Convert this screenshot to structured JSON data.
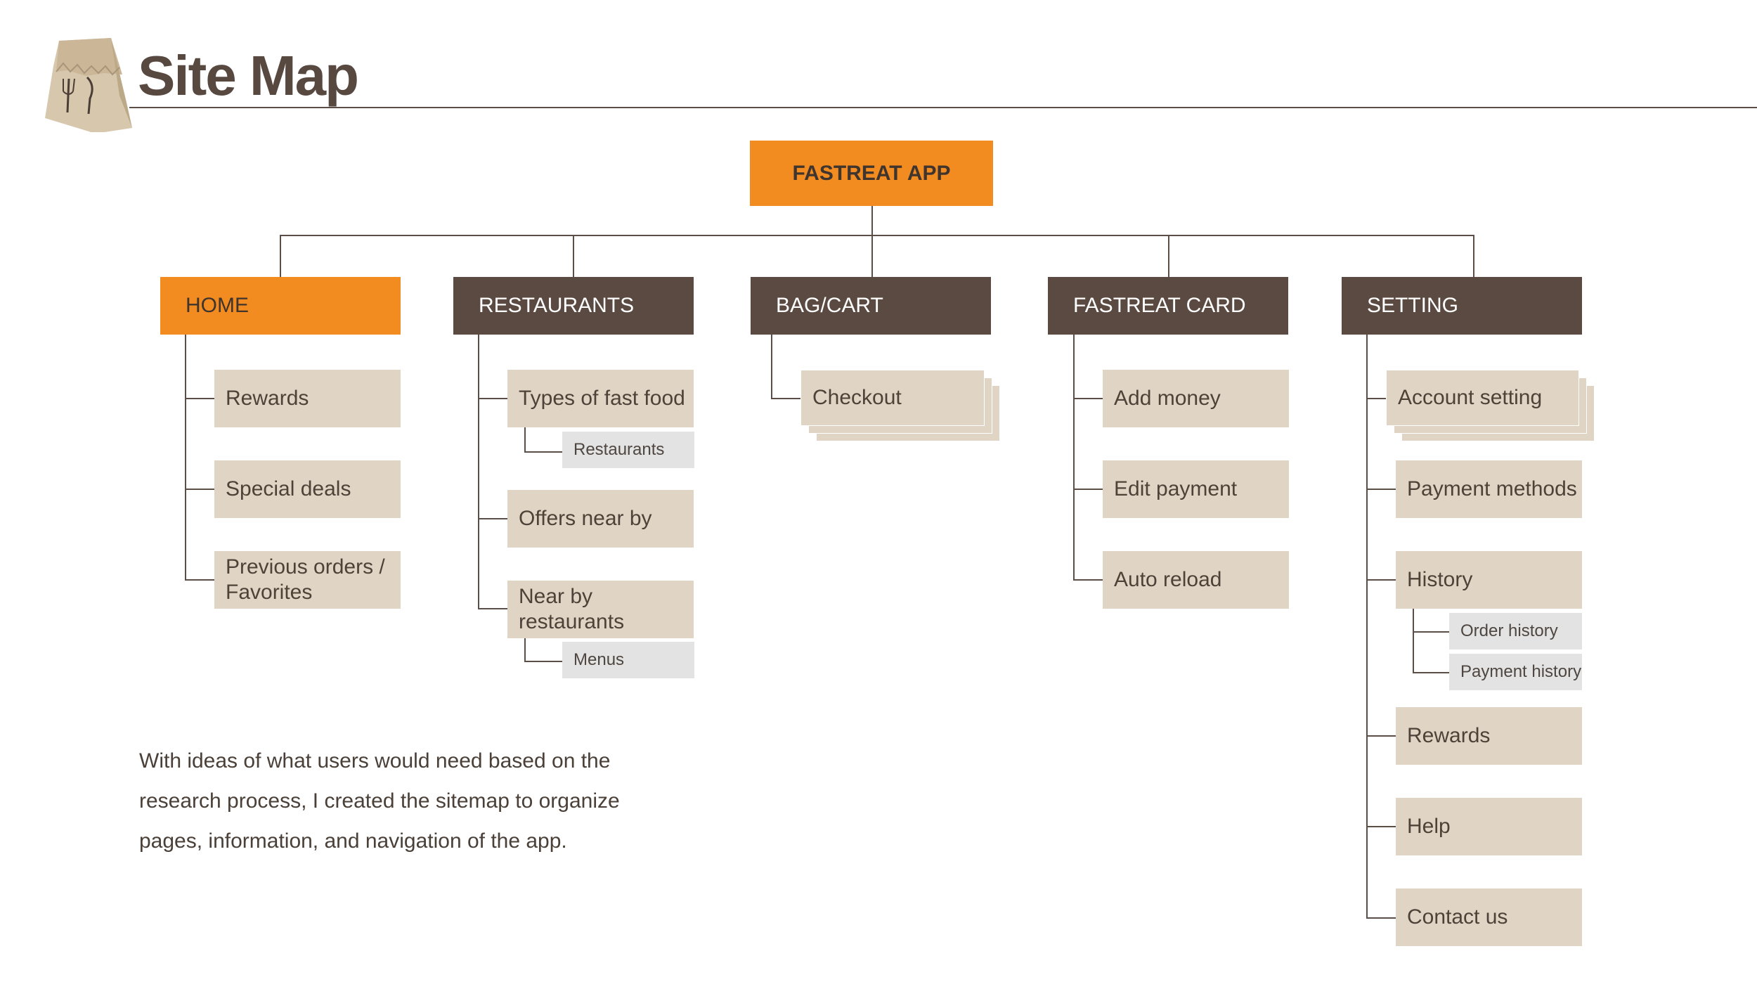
{
  "page": {
    "title": "Site Map",
    "description": "With ideas of what users would need based on the research process, I created the sitemap to organize pages, information, and navigation of the app.",
    "logo_icon": "paper-bag-fork-knife-icon"
  },
  "sitemap": {
    "root": "FASTREAT APP",
    "sections": [
      {
        "label": "HOME",
        "items": [
          "Rewards",
          "Special deals",
          "Previous orders / Favorites"
        ]
      },
      {
        "label": "RESTAURANTS",
        "items": [
          "Types of fast food",
          "Offers near by",
          "Near by restaurants"
        ],
        "subitems": [
          "Restaurants",
          "Menus"
        ]
      },
      {
        "label": "BAG/CART",
        "items": [
          "Checkout"
        ]
      },
      {
        "label": "FASTREAT CARD",
        "items": [
          "Add money",
          "Edit payment",
          "Auto reload"
        ]
      },
      {
        "label": "SETTING",
        "items": [
          "Account setting",
          "Payment methods",
          "History",
          "Rewards",
          "Help",
          "Contact us"
        ],
        "subitems": [
          "Order history",
          "Payment history"
        ]
      }
    ]
  },
  "colors": {
    "accent": "#f28c20",
    "dark": "#5b4a41",
    "leaf": "#e0d5c5",
    "sub": "#e4e3e3"
  }
}
